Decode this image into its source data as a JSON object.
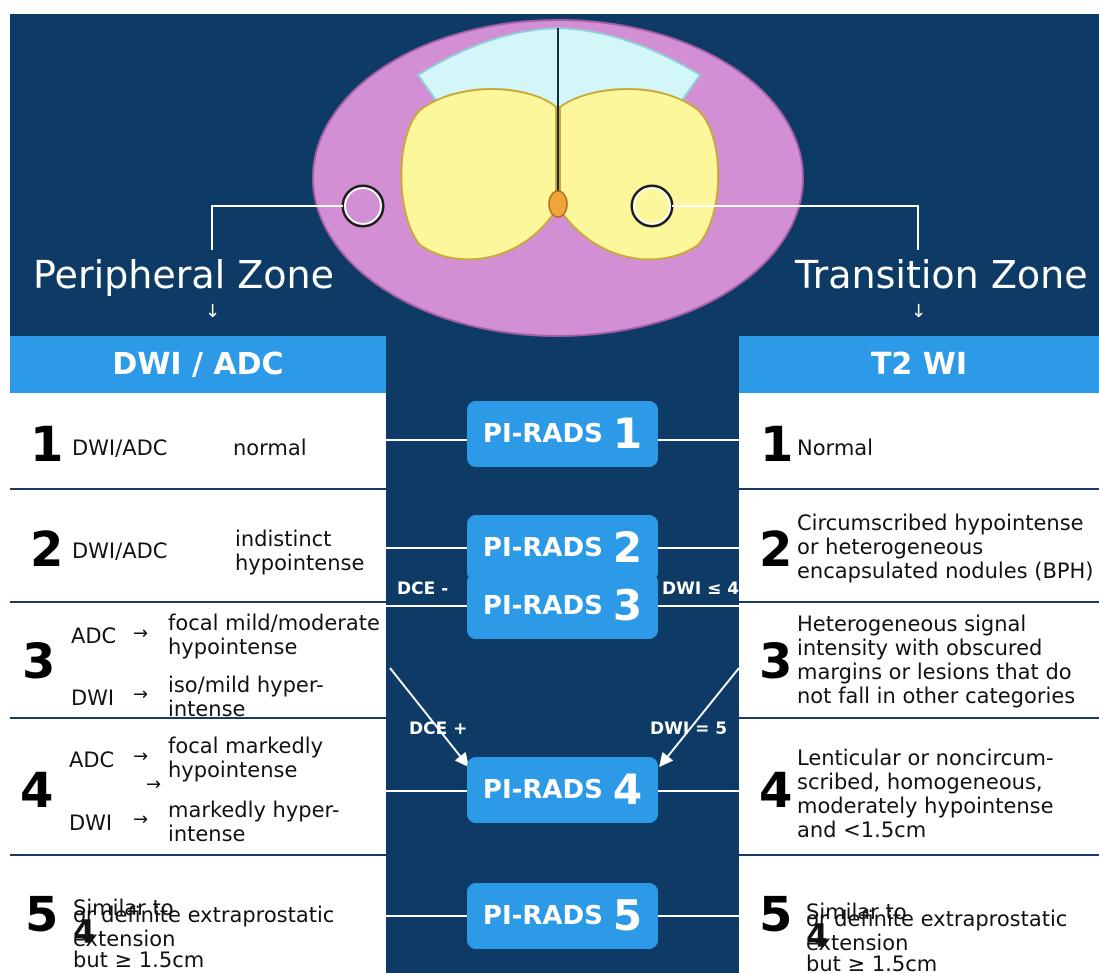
{
  "zones": {
    "left_title": "Peripheral Zone",
    "right_title": "Transition Zone",
    "arrow_glyph": "↓"
  },
  "headers": {
    "left": "DWI / ADC",
    "right": "T2 WI"
  },
  "scores": {
    "prefix": "PI-RADS",
    "values": [
      "1",
      "2",
      "3",
      "4",
      "5"
    ]
  },
  "connector_labels": {
    "dce_neg": "DCE -",
    "dce_pos": "DCE +",
    "dwi_le4": "DWI ≤ 4",
    "dwi_5": "DWI = 5"
  },
  "arrow": "→",
  "pz": {
    "r1": {
      "num": "1",
      "a": "DWI/ADC",
      "b": "normal"
    },
    "r2": {
      "num": "2",
      "a": "DWI/ADC",
      "b": "indistinct\nhypointense"
    },
    "r3": {
      "num": "3",
      "adc": "ADC",
      "adc_text": "focal mild/moderate\nhypointense",
      "dwi": "DWI",
      "dwi_text": "iso/mild hyper-\nintense"
    },
    "r4": {
      "num": "4",
      "adc": "ADC",
      "adc_text": "focal markedly\nhypointense",
      "dwi": "DWI",
      "dwi_text": "markedly hyper-\nintense"
    },
    "r5": {
      "num": "5",
      "pre": "Similar to",
      "inline": "4",
      "post": "but ≥ 1.5cm",
      "rest": "or definite extraprostatic\nextension"
    }
  },
  "tz": {
    "r1": {
      "num": "1",
      "text": "Normal"
    },
    "r2": {
      "num": "2",
      "text": "Circumscribed hypointense\nor heterogeneous\nencapsulated nodules (BPH)"
    },
    "r3": {
      "num": "3",
      "text": "Heterogeneous signal\nintensity with obscured\nmargins or lesions that do\nnot fall in other categories"
    },
    "r4": {
      "num": "4",
      "text": "Lenticular or noncircum-\nscribed, homogeneous,\nmoderately hypointense\nand <1.5cm"
    },
    "r5": {
      "num": "5",
      "pre": "Similar to",
      "inline": "4",
      "post": "but ≥ 1.5cm",
      "rest": "or definite extraprostatic\nextension"
    }
  },
  "colors": {
    "navy": "#0e3a66",
    "blue": "#2d9ae8",
    "peripheral": "#d38fd3",
    "transition": "#fbf79a",
    "central": "#d3f7f9",
    "urethra": "#f0a43a"
  }
}
